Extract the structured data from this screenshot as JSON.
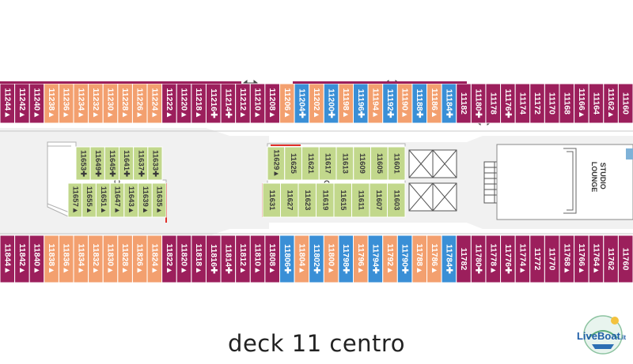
{
  "caption": "deck 11 centro",
  "logo": {
    "text_main": "LiveBoat",
    "text_suffix": ".it"
  },
  "room_labels": {
    "studio_lounge": [
      "STUDIO",
      "LOUNGE"
    ]
  },
  "colors": {
    "purple": "#9c1f5c",
    "orange": "#f3a06f",
    "blue": "#3a8fd6",
    "green": "#c2d88c",
    "corridor": "#f1f1f1",
    "outline": "#9a9a9a",
    "accent_red": "#e0302a"
  },
  "upper_row": [
    {
      "num": "11244",
      "sym": "▲",
      "c": "purple"
    },
    {
      "num": "11242",
      "sym": "▲",
      "c": "purple"
    },
    {
      "num": "11240",
      "sym": "▲",
      "c": "purple"
    },
    {
      "num": "11238",
      "sym": "▲",
      "c": "orange"
    },
    {
      "num": "11236",
      "sym": "▲",
      "c": "orange"
    },
    {
      "num": "11234",
      "sym": "▲",
      "c": "orange"
    },
    {
      "num": "11232",
      "sym": "▲",
      "c": "orange"
    },
    {
      "num": "11230",
      "sym": "▲",
      "c": "orange"
    },
    {
      "num": "11228",
      "sym": "▲",
      "c": "orange"
    },
    {
      "num": "11226",
      "sym": "▲",
      "c": "orange"
    },
    {
      "num": "11224",
      "sym": "▲",
      "c": "orange"
    },
    {
      "num": "11222",
      "sym": "▲",
      "c": "purple"
    },
    {
      "num": "11220",
      "sym": "▲",
      "c": "purple"
    },
    {
      "num": "11218",
      "sym": "▲",
      "c": "purple"
    },
    {
      "num": "11216",
      "sym": "✚",
      "c": "purple"
    },
    {
      "num": "11214",
      "sym": "✚",
      "c": "purple"
    },
    {
      "num": "11212",
      "sym": "▲",
      "c": "purple"
    },
    {
      "num": "11210",
      "sym": "▲",
      "c": "purple"
    },
    {
      "num": "11208",
      "sym": "▲",
      "c": "purple"
    },
    {
      "num": "11206",
      "sym": "▲",
      "c": "orange"
    },
    {
      "num": "11204",
      "sym": "✚",
      "c": "blue"
    },
    {
      "num": "11202",
      "sym": "▲",
      "c": "orange"
    },
    {
      "num": "11200",
      "sym": "✚",
      "c": "blue"
    },
    {
      "num": "11198",
      "sym": "▲",
      "c": "orange"
    },
    {
      "num": "11196",
      "sym": "✚",
      "c": "blue"
    },
    {
      "num": "11194",
      "sym": "▲",
      "c": "orange"
    },
    {
      "num": "11192",
      "sym": "✚",
      "c": "blue"
    },
    {
      "num": "11190",
      "sym": "▲",
      "c": "orange"
    },
    {
      "num": "11188",
      "sym": "✚",
      "c": "blue"
    },
    {
      "num": "11186",
      "sym": "▲",
      "c": "orange"
    },
    {
      "num": "11184",
      "sym": "✚",
      "c": "blue"
    },
    {
      "num": "11182",
      "sym": "",
      "c": "purple"
    },
    {
      "num": "11180",
      "sym": "✚",
      "c": "purple"
    },
    {
      "num": "11178",
      "sym": "",
      "c": "purple"
    },
    {
      "num": "11176",
      "sym": "✚",
      "c": "purple"
    },
    {
      "num": "11174",
      "sym": "",
      "c": "purple"
    },
    {
      "num": "11172",
      "sym": "",
      "c": "purple"
    },
    {
      "num": "11170",
      "sym": "",
      "c": "purple"
    },
    {
      "num": "11168",
      "sym": "",
      "c": "purple"
    },
    {
      "num": "11166",
      "sym": "▲",
      "c": "purple"
    },
    {
      "num": "11164",
      "sym": "",
      "c": "purple"
    },
    {
      "num": "11162",
      "sym": "▲",
      "c": "purple"
    },
    {
      "num": "11160",
      "sym": "",
      "c": "purple"
    }
  ],
  "lower_row": [
    {
      "num": "11844",
      "sym": "▲",
      "c": "purple"
    },
    {
      "num": "11842",
      "sym": "▲",
      "c": "purple"
    },
    {
      "num": "11840",
      "sym": "▲",
      "c": "purple"
    },
    {
      "num": "11838",
      "sym": "▲",
      "c": "orange"
    },
    {
      "num": "11836",
      "sym": "▲",
      "c": "orange"
    },
    {
      "num": "11834",
      "sym": "▲",
      "c": "orange"
    },
    {
      "num": "11832",
      "sym": "▲",
      "c": "orange"
    },
    {
      "num": "11830",
      "sym": "▲",
      "c": "orange"
    },
    {
      "num": "11828",
      "sym": "▲",
      "c": "orange"
    },
    {
      "num": "11826",
      "sym": "▲",
      "c": "orange"
    },
    {
      "num": "11824",
      "sym": "▲",
      "c": "orange"
    },
    {
      "num": "11822",
      "sym": "▲",
      "c": "purple"
    },
    {
      "num": "11820",
      "sym": "▲",
      "c": "purple"
    },
    {
      "num": "11818",
      "sym": "▲",
      "c": "purple"
    },
    {
      "num": "11816",
      "sym": "✚",
      "c": "purple"
    },
    {
      "num": "11814",
      "sym": "✚",
      "c": "purple"
    },
    {
      "num": "11812",
      "sym": "▲",
      "c": "purple"
    },
    {
      "num": "11810",
      "sym": "▲",
      "c": "purple"
    },
    {
      "num": "11808",
      "sym": "▲",
      "c": "purple"
    },
    {
      "num": "11806",
      "sym": "✚",
      "c": "blue"
    },
    {
      "num": "11804",
      "sym": "▲",
      "c": "orange"
    },
    {
      "num": "11802",
      "sym": "✚",
      "c": "blue"
    },
    {
      "num": "11800",
      "sym": "▲",
      "c": "orange"
    },
    {
      "num": "11798",
      "sym": "✚",
      "c": "blue"
    },
    {
      "num": "11796",
      "sym": "▲",
      "c": "orange"
    },
    {
      "num": "11794",
      "sym": "✚",
      "c": "blue"
    },
    {
      "num": "11792",
      "sym": "▲",
      "c": "orange"
    },
    {
      "num": "11790",
      "sym": "✚",
      "c": "blue"
    },
    {
      "num": "11788",
      "sym": "▲",
      "c": "orange"
    },
    {
      "num": "11786",
      "sym": "▲",
      "c": "orange"
    },
    {
      "num": "11784",
      "sym": "✚",
      "c": "blue"
    },
    {
      "num": "11782",
      "sym": "",
      "c": "purple"
    },
    {
      "num": "11780",
      "sym": "✚",
      "c": "purple"
    },
    {
      "num": "11778",
      "sym": "▲",
      "c": "purple"
    },
    {
      "num": "11776",
      "sym": "✚",
      "c": "purple"
    },
    {
      "num": "11774",
      "sym": "▲",
      "c": "purple"
    },
    {
      "num": "11772",
      "sym": "",
      "c": "purple"
    },
    {
      "num": "11770",
      "sym": "",
      "c": "purple"
    },
    {
      "num": "11768",
      "sym": "▲",
      "c": "purple"
    },
    {
      "num": "11766",
      "sym": "▲",
      "c": "purple"
    },
    {
      "num": "11764",
      "sym": "▲",
      "c": "purple"
    },
    {
      "num": "11762",
      "sym": "",
      "c": "purple"
    },
    {
      "num": "11760",
      "sym": "",
      "c": "purple"
    }
  ],
  "inner_left_top": [
    {
      "num": "11653",
      "sym": "✚"
    },
    {
      "num": "11649",
      "sym": "✚"
    },
    {
      "num": "11645",
      "sym": "✚"
    },
    {
      "num": "11641",
      "sym": "✚"
    },
    {
      "num": "11637",
      "sym": "✚"
    },
    {
      "num": "11633",
      "sym": "✚"
    }
  ],
  "inner_left_bottom": [
    {
      "num": "11657",
      "sym": "▲"
    },
    {
      "num": "11655",
      "sym": "▲"
    },
    {
      "num": "11651",
      "sym": "▲"
    },
    {
      "num": "11647",
      "sym": "▲"
    },
    {
      "num": "11643",
      "sym": "▲"
    },
    {
      "num": "11639",
      "sym": "▲"
    },
    {
      "num": "11635",
      "sym": "▲"
    }
  ],
  "inner_right_top": [
    {
      "num": "11629",
      "sym": "▲"
    },
    {
      "num": "11625",
      "sym": ""
    },
    {
      "num": "11621",
      "sym": ""
    },
    {
      "num": "11617",
      "sym": ""
    },
    {
      "num": "11613",
      "sym": ""
    },
    {
      "num": "11609",
      "sym": ""
    },
    {
      "num": "11605",
      "sym": ""
    },
    {
      "num": "11601",
      "sym": ""
    }
  ],
  "inner_right_bottom": [
    {
      "num": "11631",
      "sym": ""
    },
    {
      "num": "11627",
      "sym": ""
    },
    {
      "num": "11623",
      "sym": ""
    },
    {
      "num": "11619",
      "sym": ""
    },
    {
      "num": "11615",
      "sym": ""
    },
    {
      "num": "11611",
      "sym": ""
    },
    {
      "num": "11607",
      "sym": ""
    },
    {
      "num": "11603",
      "sym": ""
    }
  ]
}
